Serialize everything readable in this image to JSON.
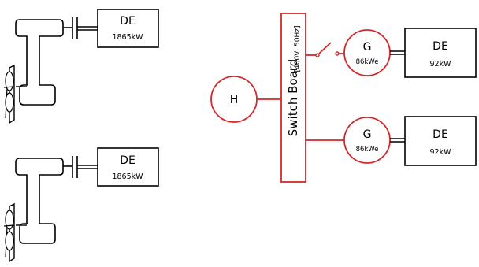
{
  "engines": [
    {
      "label": "DE",
      "power": "1865kW"
    },
    {
      "label": "DE",
      "power": "1865kW"
    },
    {
      "label": "DE",
      "power": "92kW"
    },
    {
      "label": "DE",
      "power": "92kW"
    }
  ],
  "generators": [
    {
      "label": "G",
      "rating": "86kWe"
    },
    {
      "label": "G",
      "rating": "86kWe"
    }
  ],
  "hotel_load": {
    "label": "H"
  },
  "switchboard": {
    "label": "Switch Board",
    "spec": "[400V, 50Hz]"
  },
  "colors": {
    "electrical": "#d12a2a",
    "mechanical": "#000000"
  }
}
